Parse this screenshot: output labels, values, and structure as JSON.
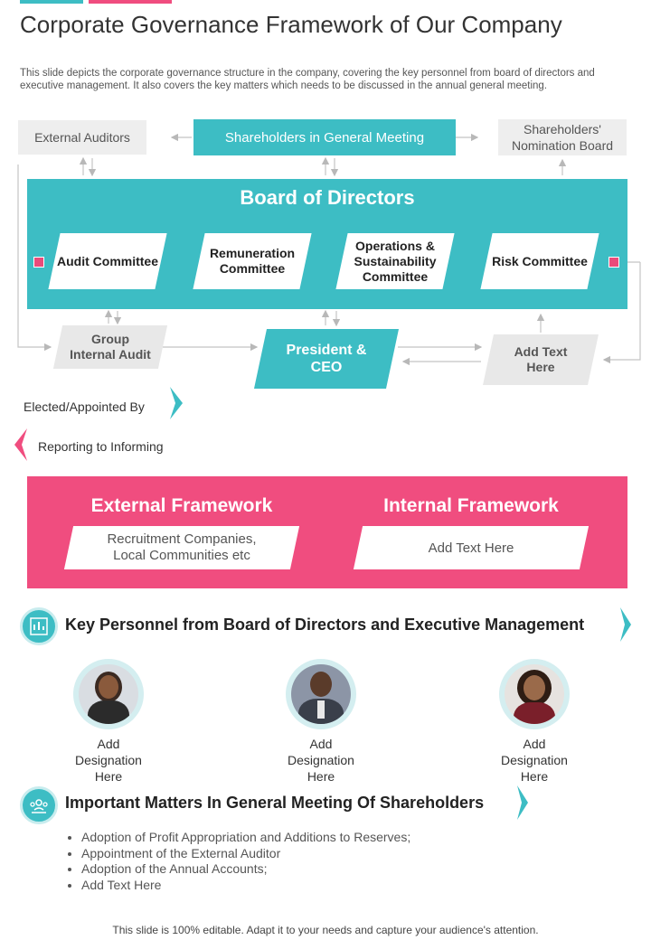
{
  "header": {
    "title": "Corporate Governance Framework of Our Company",
    "description": "This slide depicts the corporate governance structure in the company, covering the key personnel from board of directors and executive management. It also covers the key matters which needs to be discussed in the annual general meeting."
  },
  "colors": {
    "teal": "#3dbdc4",
    "pink": "#f04d7f",
    "grey": "#eeeeee"
  },
  "chart": {
    "external_auditors": "External Auditors",
    "shareholders_meeting": "Shareholders in General Meeting",
    "nomination_board": "Shareholders' Nomination Board",
    "board_title": "Board of Directors",
    "committees": [
      "Audit Committee",
      "Remuneration Committee",
      "Operations & Sustainability Committee",
      "Risk Committee"
    ],
    "group_audit": "Group Internal Audit",
    "president": "President & CEO",
    "add_text": "Add Text Here"
  },
  "legend": {
    "elected": "Elected/Appointed By",
    "reporting": "Reporting to Informing"
  },
  "frameworks": {
    "external_title": "External Framework",
    "external_text": "Recruitment Companies, Local Communities etc",
    "internal_title": "Internal Framework",
    "internal_text": "Add Text Here"
  },
  "personnel": {
    "title": "Key Personnel from Board of Directors and Executive Management",
    "people": [
      {
        "designation": "Add Designation Here"
      },
      {
        "designation": "Add Designation Here"
      },
      {
        "designation": "Add Designation Here"
      }
    ]
  },
  "matters": {
    "title": "Important Matters In General Meeting Of Shareholders",
    "items": [
      "Adoption of Profit Appropriation and Additions to Reserves;",
      "Appointment of the External Auditor",
      "Adoption of the Annual Accounts;",
      "Add Text Here"
    ]
  },
  "footer": "This slide is 100% editable. Adapt it to your needs and capture your audience's attention."
}
